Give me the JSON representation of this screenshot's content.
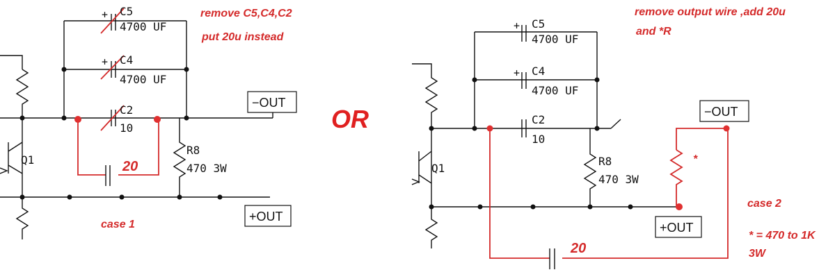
{
  "left": {
    "c5_label": "C5",
    "c4_label": "C4",
    "c2_label": "C2",
    "c5_value": "4700 UF",
    "c4_value": "4700 UF",
    "c2_value": "10",
    "r8_label": "R8",
    "r8_value": "470 3W",
    "q1_label": "Q1",
    "out_minus": "−OUT",
    "out_plus": "+OUT",
    "note1": "remove C5,C4,C2",
    "note2": "put 20u instead",
    "new_cap_value": "20",
    "case_label": "case 1"
  },
  "or_text": "OR",
  "right": {
    "c5_label": "C5",
    "c4_label": "C4",
    "c2_label": "C2",
    "c5_value": "4700 UF",
    "c4_value": "4700 UF",
    "c2_value": "10",
    "r8_label": "R8",
    "r8_value": "470 3W",
    "q1_label": "Q1",
    "out_minus": "−OUT",
    "out_plus": "+OUT",
    "note1": "remove output wire ,add 20u",
    "note2": "and *R",
    "new_cap_value": "20",
    "star": "*",
    "case_label": "case 2",
    "star_note": "* = 470 to 1K",
    "star_note2": "3W"
  },
  "colors": {
    "annotation": "#d42a2a",
    "wire": "#111111"
  }
}
